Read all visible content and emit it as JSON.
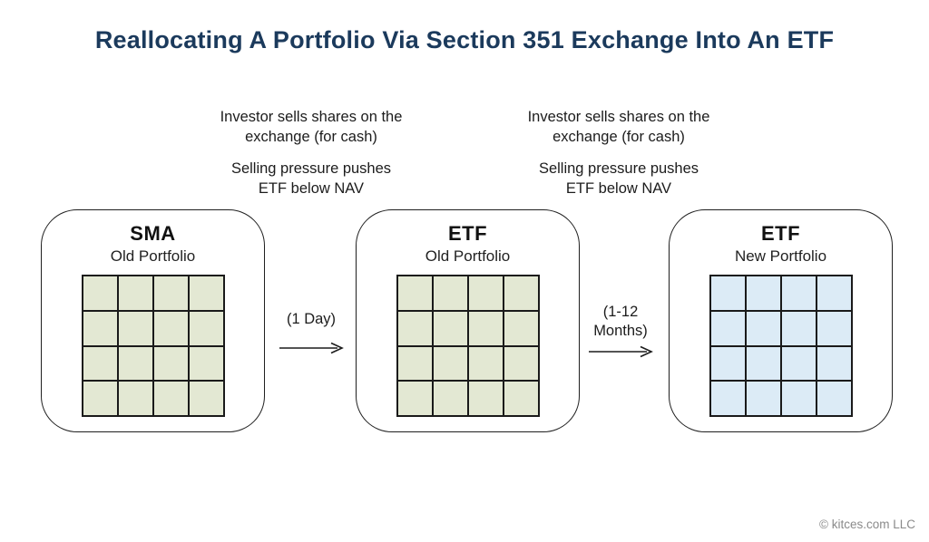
{
  "title": {
    "text": "Reallocating A Portfolio Via Section 351 Exchange Into An ETF",
    "color": "#1b3a5c"
  },
  "annotations": [
    {
      "para1_line1": "Investor sells shares on the",
      "para1_line2": "exchange (for cash)",
      "para2_line1": "Selling pressure pushes",
      "para2_line2": "ETF below NAV"
    },
    {
      "para1_line1": "Investor sells shares on the",
      "para1_line2": "exchange (for cash)",
      "para2_line1": "Selling pressure pushes",
      "para2_line2": "ETF below NAV"
    }
  ],
  "boxes": [
    {
      "title": "SMA",
      "subtitle": "Old Portfolio",
      "grid": {
        "rows": 4,
        "cols": 4,
        "cell_color": "#e3e8d3",
        "line_color": "#1a1a1a"
      }
    },
    {
      "title": "ETF",
      "subtitle": "Old Portfolio",
      "grid": {
        "rows": 4,
        "cols": 4,
        "cell_color": "#e3e8d3",
        "line_color": "#1a1a1a"
      }
    },
    {
      "title": "ETF",
      "subtitle": "New Portfolio",
      "grid": {
        "rows": 4,
        "cols": 4,
        "cell_color": "#dcebf6",
        "line_color": "#1a1a1a"
      }
    }
  ],
  "arrows": [
    {
      "label": "(1 Day)"
    },
    {
      "label": "(1-12 Months)"
    }
  ],
  "footer": {
    "copyright": "© kitces.com LLC"
  }
}
